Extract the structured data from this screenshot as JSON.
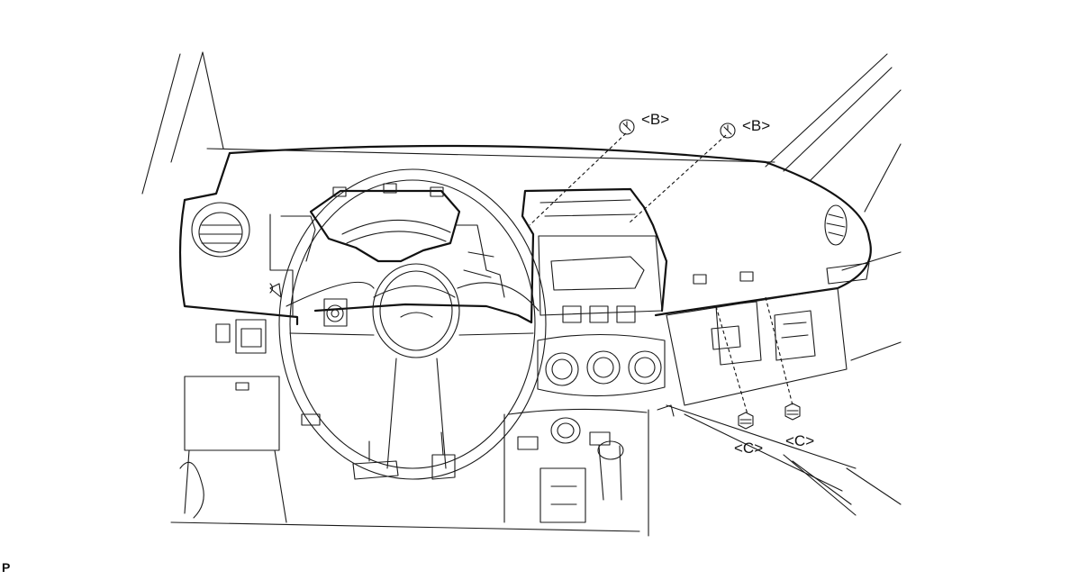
{
  "callouts": {
    "b_left": "<B>",
    "b_right": "<B>",
    "c_left": "<C>",
    "c_right": "<C>"
  },
  "corner_mark": "P",
  "colors": {
    "line": "#1a1a1a",
    "background": "#ffffff"
  },
  "icons": [
    "screw-icon",
    "bolt-icon"
  ]
}
